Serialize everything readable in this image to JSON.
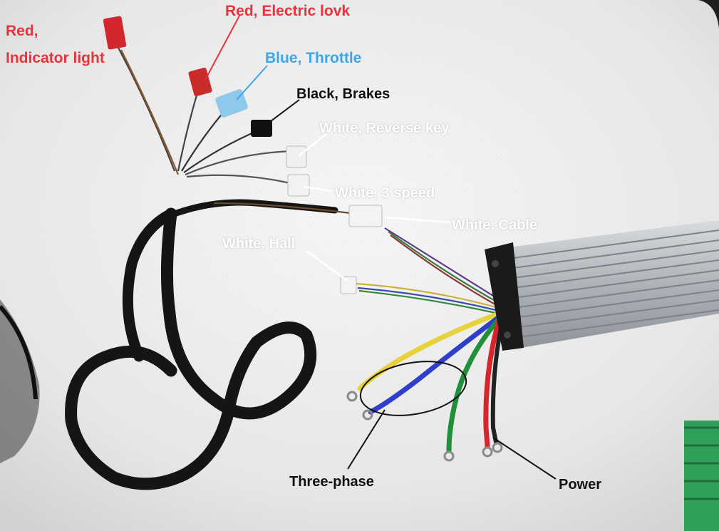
{
  "labels": {
    "indicator_light_line1": "Red,",
    "indicator_light_line2": "Indicator light",
    "electric_lock": "Red, Electric lovk",
    "throttle": "Blue, Throttle",
    "brakes": "Black, Brakes",
    "reverse_key": "White, Reverse key",
    "three_speed": "White, 3 speed",
    "cable": "White, Cable",
    "hall": "White, Hall",
    "three_phase": "Three-phase",
    "power": "Power"
  },
  "colors": {
    "red_label": "#e8333d",
    "blue_label": "#3ea6e6",
    "black_label": "#111111",
    "white_label": "#ffffff",
    "phase_yellow": "#e8d23a",
    "phase_blue": "#2f3fc9",
    "phase_green": "#1f8f3a",
    "power_red": "#d8252c",
    "controller_silver": "#b9bec3"
  },
  "icons": {
    "controller": "bldc-controller-icon",
    "harness": "wire-harness-icon"
  }
}
